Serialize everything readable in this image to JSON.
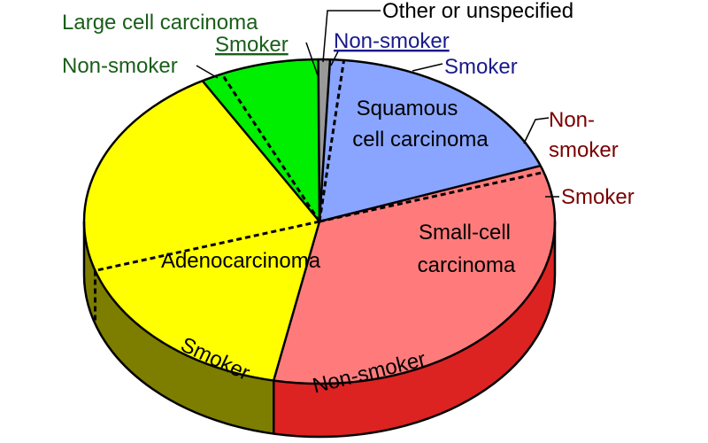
{
  "chart_data": {
    "type": "pie",
    "style": "3d",
    "legend": "none",
    "categories": [
      "Adenocarcinoma",
      "Large cell carcinoma",
      "Other or unspecified",
      "Squamous cell carcinoma",
      "Small-cell carcinoma"
    ],
    "values": [
      38.6,
      8.2,
      0.8,
      18.7,
      33.7
    ],
    "colors": {
      "adenocarcinoma": "#ffff00",
      "large_cell": "#00ee00",
      "other": "#999999",
      "squamous": "#8aa5ff",
      "small_cell": "#ff7b7b"
    },
    "side_colors": {
      "adenocarcinoma": "#7d7d00",
      "small_cell": "#dd2222"
    },
    "subdivisions": [
      {
        "category": "Adenocarcinoma",
        "subgroup": "Smoker"
      },
      {
        "category": "Adenocarcinoma",
        "subgroup": "Non-smoker"
      },
      {
        "category": "Large cell carcinoma",
        "subgroup": "Smoker"
      },
      {
        "category": "Large cell carcinoma",
        "subgroup": "Non-smoker"
      },
      {
        "category": "Squamous cell carcinoma",
        "subgroup": "Smoker"
      },
      {
        "category": "Squamous cell carcinoma",
        "subgroup": "Non-smoker"
      },
      {
        "category": "Small-cell carcinoma",
        "subgroup": "Smoker"
      },
      {
        "category": "Small-cell carcinoma",
        "subgroup": "Non-smoker"
      }
    ],
    "inner_labels": {
      "adeno": "Adenocarcinoma",
      "squamous_1": "Squamous",
      "squamous_2": "cell carcinoma",
      "small_1": "Small-cell",
      "small_2": "carcinoma",
      "adeno_smoker": "Smoker",
      "adeno_nonsmoker": "Non-smoker"
    },
    "outer_labels": {
      "large_title": "Large cell carcinoma",
      "large_smoker": "Smoker",
      "large_nonsmoker": "Non-smoker",
      "other": "Other or unspecified",
      "squamous_nonsmoker": "Non-smoker",
      "squamous_smoker": "Smoker",
      "small_nonsmoker_1": "Non-",
      "small_nonsmoker_2": "smoker",
      "small_smoker": "Smoker"
    },
    "label_colors": {
      "large_cell": "#1a5e1a",
      "squamous": "#1a1a8c",
      "small_cell": "#7a0000",
      "dark": "#000000"
    }
  }
}
